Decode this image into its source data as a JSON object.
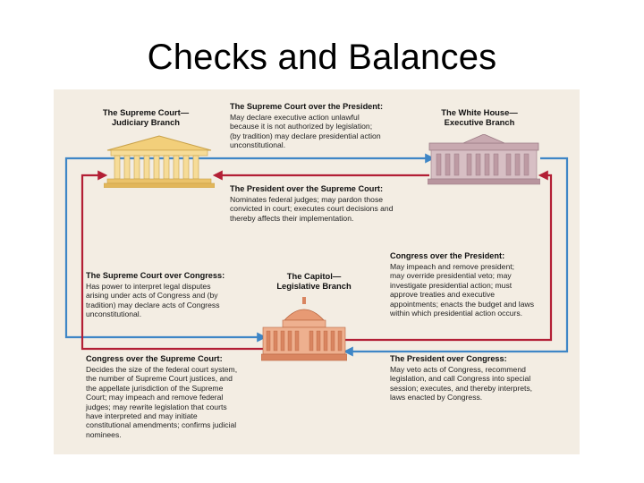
{
  "title": "Checks and Balances",
  "branches": {
    "judiciary": {
      "line1": "The Supreme Court—",
      "line2": "Judiciary Branch",
      "color": "#f2cf7a"
    },
    "executive": {
      "line1": "The White House—",
      "line2": "Executive Branch",
      "color": "#c8a9b0"
    },
    "legislative": {
      "line1": "The Capitol—",
      "line2": "Legislative Branch",
      "color": "#e79a74"
    }
  },
  "colors": {
    "blue_arrow": "#3e86c6",
    "red_arrow": "#b31f35",
    "panel": "#f3ede3"
  },
  "boxes": {
    "court_over_president": {
      "heading": "The Supreme Court over the President:",
      "lines": [
        "May declare executive action unlawful",
        "because it is not authorized by legislation;",
        "(by tradition) may declare presidential action",
        "unconstitutional."
      ]
    },
    "president_over_court": {
      "heading": "The President over the Supreme Court:",
      "lines": [
        "Nominates federal judges; may pardon those",
        "convicted in court; executes court decisions and",
        "thereby affects their implementation."
      ]
    },
    "congress_over_president": {
      "heading": "Congress over the President:",
      "lines": [
        "May impeach and remove president;",
        "may override presidential veto; may",
        "investigate presidential action; must",
        "approve treaties and executive",
        "appointments; enacts the budget and laws",
        "within which presidential action occurs."
      ]
    },
    "court_over_congress": {
      "heading": "The Supreme Court over Congress:",
      "lines": [
        "Has power to interpret legal disputes",
        "arising under acts of Congress and (by",
        "tradition) may declare acts of Congress",
        "unconstitutional."
      ]
    },
    "congress_over_court": {
      "heading": "Congress over the Supreme Court:",
      "lines": [
        "Decides the size of the federal court system,",
        "the number of Supreme Court justices, and",
        "the appellate jurisdiction of the Supreme",
        "Court; may impeach and remove federal",
        "judges; may rewrite legislation that courts",
        "have interpreted and may initiate",
        "constitutional amendments; confirms judicial",
        "nominees."
      ]
    },
    "president_over_congress": {
      "heading": "The President over Congress:",
      "lines": [
        "May veto acts of Congress, recommend",
        "legislation, and call Congress into special",
        "session; executes, and thereby interprets,",
        "laws enacted by Congress."
      ]
    }
  }
}
